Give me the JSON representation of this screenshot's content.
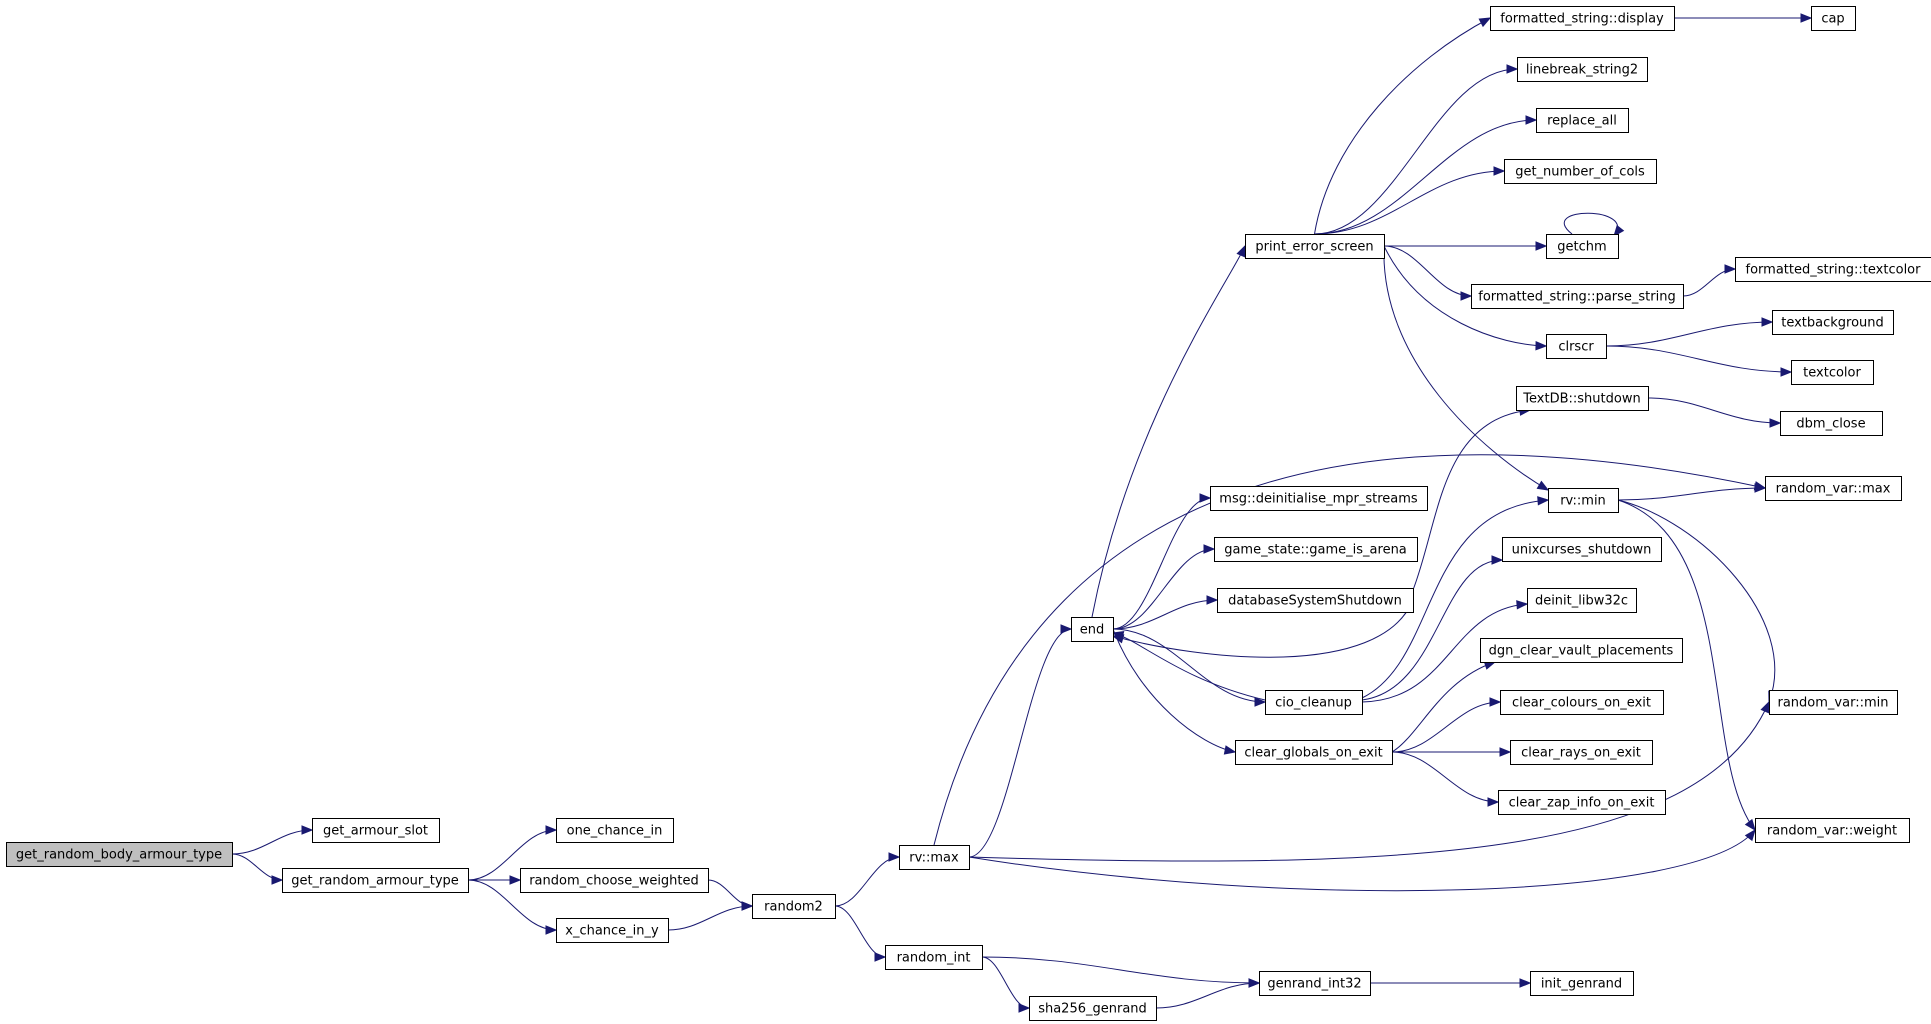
{
  "nodes": {
    "get_random_body_armour_type": "get_random_body_armour_type",
    "get_armour_slot": "get_armour_slot",
    "get_random_armour_type": "get_random_armour_type",
    "one_chance_in": "one_chance_in",
    "random_choose_weighted": "random_choose_weighted",
    "x_chance_in_y": "x_chance_in_y",
    "random2": "random2",
    "rv_max": "rv::max",
    "random_int": "random_int",
    "end": "end",
    "sha256_genrand": "sha256_genrand",
    "genrand_int32": "genrand_int32",
    "init_genrand": "init_genrand",
    "print_error_screen": "print_error_screen",
    "msg_deinitialise": "msg::deinitialise_mpr_streams",
    "game_is_arena": "game_state::game_is_arena",
    "databaseSystemShutdown": "databaseSystemShutdown",
    "cio_cleanup": "cio_cleanup",
    "clear_globals_on_exit": "clear_globals_on_exit",
    "fs_display": "formatted_string::display",
    "linebreak_string2": "linebreak_string2",
    "replace_all": "replace_all",
    "get_number_of_cols": "get_number_of_cols",
    "getchm": "getchm",
    "fs_parse_string": "formatted_string::parse_string",
    "clrscr": "clrscr",
    "textdb_shutdown": "TextDB::shutdown",
    "rv_min": "rv::min",
    "unixcurses_shutdown": "unixcurses_shutdown",
    "deinit_libw32c": "deinit_libw32c",
    "dgn_clear_vault_placements": "dgn_clear_vault_placements",
    "clear_colours_on_exit": "clear_colours_on_exit",
    "clear_rays_on_exit": "clear_rays_on_exit",
    "clear_zap_info_on_exit": "clear_zap_info_on_exit",
    "cap": "cap",
    "fs_textcolor": "formatted_string::textcolor",
    "textbackground": "textbackground",
    "textcolor": "textcolor",
    "dbm_close": "dbm_close",
    "random_var_max": "random_var::max",
    "random_var_min": "random_var::min",
    "random_var_weight": "random_var::weight"
  },
  "colors": {
    "edge": "#191970",
    "root_fill": "#bfbfbf",
    "node_fill": "#ffffff"
  }
}
